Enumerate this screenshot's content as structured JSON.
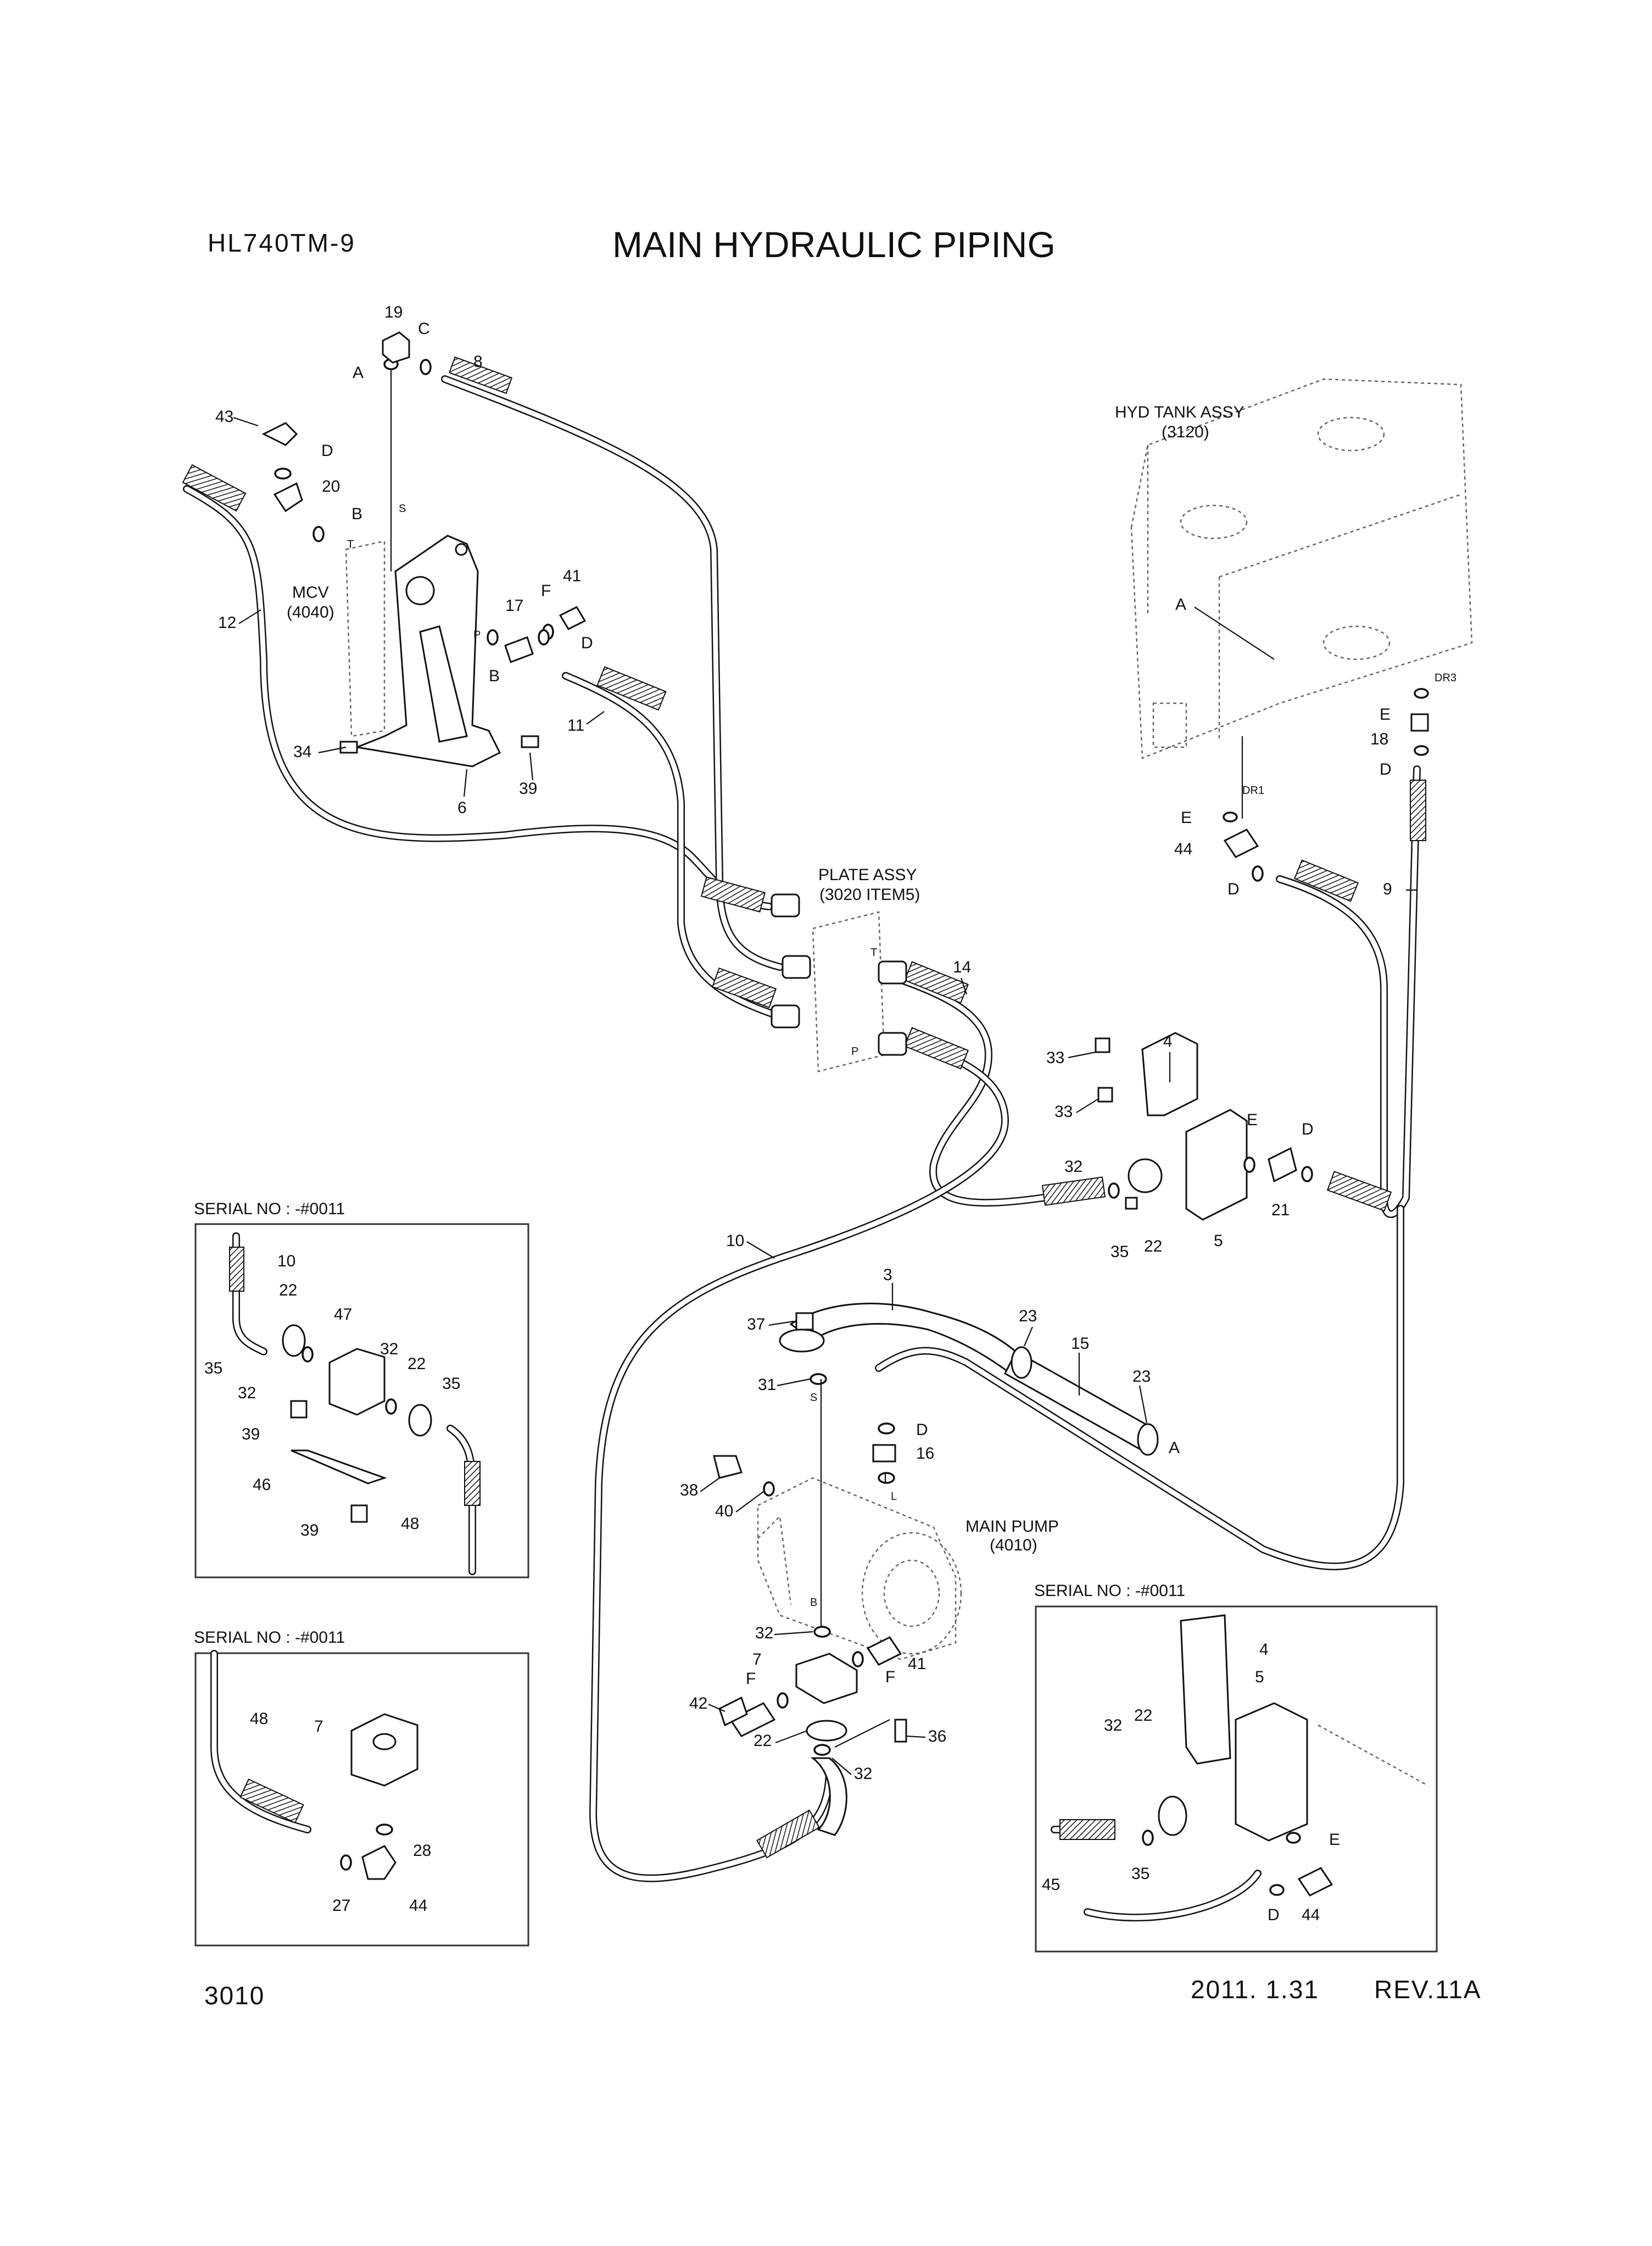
{
  "header": {
    "model": "HL740TM-9",
    "title": "MAIN HYDRAULIC PIPING"
  },
  "footer": {
    "page_number": "3010",
    "date": "2011. 1.31",
    "revision": "REV.11A"
  },
  "assemblies": {
    "mcv": [
      "MCV",
      "(4040)"
    ],
    "hyd_tank": [
      "HYD TANK ASSY",
      "(3120)"
    ],
    "plate": [
      "PLATE ASSY",
      "(3020 ITEM5)"
    ],
    "main_pump": [
      "MAIN PUMP",
      "(4010)"
    ]
  },
  "port_labels": [
    "S",
    "T",
    "P",
    "T",
    "P",
    "S",
    "L",
    "B",
    "DR1",
    "DR3"
  ],
  "callouts": {
    "main": [
      "19",
      "C",
      "8",
      "A",
      "43",
      "D",
      "20",
      "B",
      "T",
      "12",
      "MCV",
      "17",
      "F",
      "41",
      "D",
      "B",
      "11",
      "34",
      "39",
      "6",
      "A",
      "E",
      "18",
      "D",
      "E",
      "44",
      "D",
      "9",
      "14",
      "4",
      "33",
      "33",
      "E",
      "D",
      "32",
      "21",
      "35",
      "22",
      "5",
      "10",
      "3",
      "37",
      "23",
      "15",
      "23",
      "31",
      "D",
      "A",
      "16",
      "38",
      "40",
      "32",
      "7",
      "41",
      "F",
      "42",
      "22",
      "36",
      "32"
    ],
    "inset1": [
      "10",
      "22",
      "47",
      "35",
      "32",
      "32",
      "22",
      "35",
      "39",
      "46",
      "39",
      "48"
    ],
    "inset2": [
      "48",
      "7",
      "28",
      "27",
      "44"
    ],
    "inset3": [
      "4",
      "5",
      "32",
      "22",
      "E",
      "35",
      "45",
      "D",
      "44"
    ]
  },
  "insets": {
    "inset1_title": "SERIAL NO : -#0011",
    "inset2_title": "SERIAL NO : -#0011",
    "inset3_title": "SERIAL NO : -#0011"
  }
}
